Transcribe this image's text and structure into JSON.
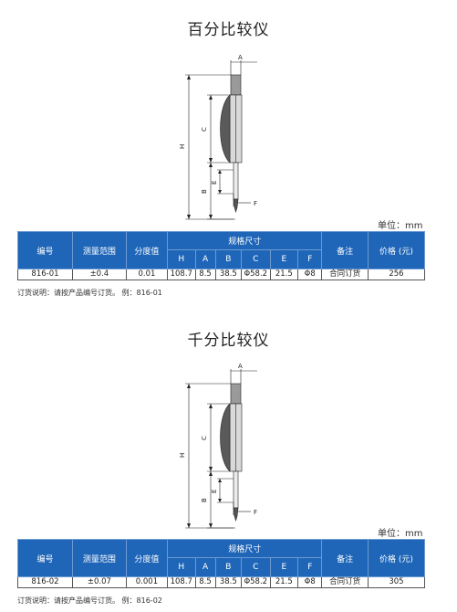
{
  "unit_label": "单位：mm",
  "headers": {
    "code": "编号",
    "range": "测量范围",
    "division": "分度值",
    "dims": "规格尺寸",
    "remark": "备注",
    "price": "价格 (元)",
    "H": "H",
    "A": "A",
    "B": "B",
    "C": "C",
    "E": "E",
    "F": "F"
  },
  "diagram_labels": {
    "A": "A",
    "H": "H",
    "C": "C",
    "B": "B",
    "E": "E",
    "F": "F"
  },
  "products": [
    {
      "title": "百分比较仪",
      "row": {
        "code": "816-01",
        "range": "±0.4",
        "division": "0.01",
        "H": "108.7",
        "A": "8.5",
        "B": "38.5",
        "C": "Φ58.2",
        "E": "21.5",
        "F": "Φ8",
        "remark": "合同订货",
        "price": "256"
      },
      "note": "订货说明：请按产品编号订货。 例：816-01"
    },
    {
      "title": "千分比较仪",
      "row": {
        "code": "816-02",
        "range": "±0.07",
        "division": "0.001",
        "H": "108.7",
        "A": "8.5",
        "B": "38.5",
        "C": "Φ58.2",
        "E": "21.5",
        "F": "Φ8",
        "remark": "合同订货",
        "price": "305"
      },
      "note": "订货说明：请按产品编号订货。 例：816-02"
    }
  ]
}
